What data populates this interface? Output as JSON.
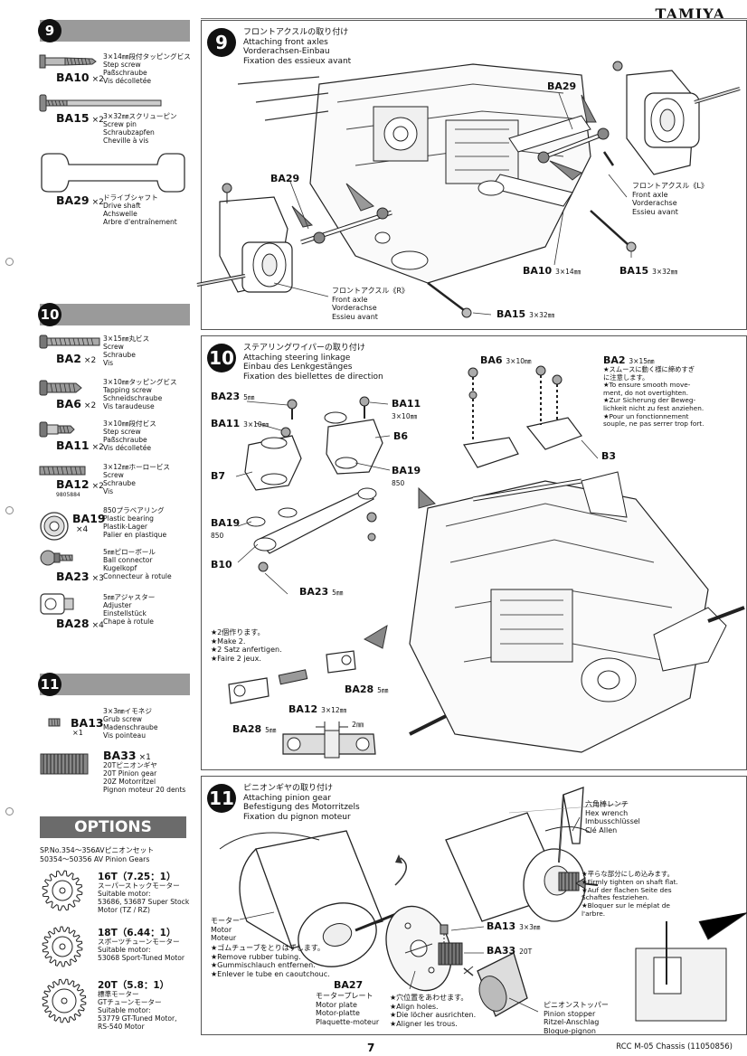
{
  "brand": "TAMIYA",
  "sidebar": {
    "step9": {
      "number": "9",
      "parts": [
        {
          "code": "BA10",
          "qty": "×2",
          "desc": "3×14㎜段付タッピングビス\nStep screw\nPaßschraube\nVis décolletée"
        },
        {
          "code": "BA15",
          "qty": "×2",
          "desc": "3×32㎜スクリューピン\nScrew pin\nSchraubzapfen\nCheville à vis"
        },
        {
          "code": "BA29",
          "qty": "×2",
          "desc": "ドライブシャフト\nDrive shaft\nAchswelle\nArbre d'entraînement"
        }
      ]
    },
    "step10": {
      "number": "10",
      "parts": [
        {
          "code": "BA2",
          "qty": "×2",
          "desc": "3×15㎜丸ビス\nScrew\nSchraube\nVis"
        },
        {
          "code": "BA6",
          "qty": "×2",
          "desc": "3×10㎜タッピングビス\nTapping screw\nSchneidschraube\nVis taraudeuse"
        },
        {
          "code": "BA11",
          "qty": "×2",
          "desc": "3×10㎜段付ビス\nStep screw\nPaßschraube\nVis décolletée"
        },
        {
          "code": "BA12",
          "qty": "×2",
          "subcode": "9805884",
          "desc": "3×12㎜ホーロービス\nScrew\nSchraube\nVis"
        },
        {
          "code": "BA19",
          "qty": "×4",
          "desc": "850プラベアリング\nPlastic bearing\nPlastik-Lager\nPalier en plastique"
        },
        {
          "code": "BA23",
          "qty": "×3",
          "desc": "5㎜ピローボール\nBall connector\nKugelkopf\nConnecteur à rotule"
        },
        {
          "code": "BA28",
          "qty": "×4",
          "desc": "5㎜アジャスター\nAdjuster\nEinstellstück\nChape à rotule"
        }
      ]
    },
    "step11": {
      "number": "11",
      "parts": [
        {
          "code": "BA13",
          "qty": "×1",
          "desc": "3×3㎜イモネジ\nGrub screw\nMadenschraube\nVis pointeau"
        },
        {
          "code": "BA33",
          "qty": "×1",
          "desc": "20Tピニオンギヤ\n20T Pinion gear\n20Z Motorritzel\nPignon moteur 20 dents"
        }
      ]
    },
    "options": {
      "title": "OPTIONS",
      "intro": "SP.No.354〜356AVピニオンセット\n50354〜50356 AV Pinion Gears",
      "gears": [
        {
          "title": "16T（7.25：1）",
          "text": "スーパーストックモーター\nSuitable motor:\n53686, 53687 Super Stock\nMotor (TZ / RZ)"
        },
        {
          "title": "18T（6.44：1）",
          "text": "スポーツチューンモーター\nSuitable motor:\n53068 Sport-Tuned Motor"
        },
        {
          "title": "20T（5.8：1）",
          "text": "標準モーター\nGTチューンモーター\nSuitable motor:\n53779 GT-Tuned Motor,\nRS-540 Motor"
        }
      ]
    }
  },
  "panels": {
    "p9": {
      "number": "9",
      "title": "フロントアクスルの取り付け\nAttaching front axles\nVorderachsen-Einbau\nFixation des essieux avant",
      "labels": {
        "ba29_top": "BA29",
        "ba29_left": "BA29",
        "ba10": "BA10",
        "ba10_size": "3×14㎜",
        "ba15_right": "BA15",
        "ba15_right_size": "3×32㎜",
        "ba15_bottom": "BA15",
        "ba15_bottom_size": "3×32㎜"
      },
      "axle_l": "フロントアクスル《L》\nFront axle\nVorderachse\nEssieu avant",
      "axle_r": "フロントアクスル《R》\nFront axle\nVorderachse\nEssieu avant"
    },
    "p10": {
      "number": "10",
      "title": "ステアリングワイパーの取り付け\nAttaching steering linkage\nEinbau des Lenkgestänges\nFixation des biellettes de direction",
      "labels": {
        "ba23_a": "BA23",
        "ba23_a_size": "5㎜",
        "ba11_a": "BA11",
        "ba11_a_size": "3×10㎜",
        "ba11_b": "BA11",
        "ba11_b_size": "3×10㎜",
        "b6": "B6",
        "b7": "B7",
        "ba19_a": "BA19",
        "ba19_a_sub": "850",
        "ba19_b": "BA19",
        "ba19_b_sub": "850",
        "b10": "B10",
        "ba23_b": "BA23",
        "ba23_b_size": "5㎜",
        "ba6": "BA6",
        "ba6_size": "3×10㎜",
        "ba2": "BA2",
        "ba2_size": "3×15㎜",
        "b3": "B3",
        "ba28_a": "BA28",
        "ba28_a_size": "5㎜",
        "ba12": "BA12",
        "ba12_size": "3×12㎜",
        "ba28_b": "BA28",
        "ba28_b_size": "5㎜",
        "gap": "2㎜"
      },
      "make2": "★2個作ります。\n★Make 2.\n★2 Satz anfertigen.\n★Faire 2 jeux.",
      "smooth": "★スムースに動く様に締めすぎ\nに注意します。\n★To ensure smooth move-\nment, do not overtighten.\n★Zur Sicherung der Beweg-\nlichkeit nicht zu fest anziehen.\n★Pour un fonctionnement\nsouple, ne pas serrer trop fort."
    },
    "p11": {
      "number": "11",
      "title": "ピニオンギヤの取り付け\nAttaching pinion gear\nBefestigung des Motorritzels\nFixation du pignon moteur",
      "labels": {
        "ba13": "BA13",
        "ba13_size": "3×3㎜",
        "ba33": "BA33",
        "ba33_size": "20T",
        "ba27": "BA27"
      },
      "motor": "モーター\nMotor\nMoteur",
      "rubber": "★ゴムチューブをとりはずします。\n★Remove rubber tubing.\n★Gummischlauch entfernen.\n★Enlever le tube en caoutchouc.",
      "hexwrench": "六角棒レンチ\nHex wrench\nImbusschlüssel\nClé Allen",
      "tighten": "★平らな部分にしめ込みます。\n★Firmly tighten on shaft flat.\n★Auf der flachen Seite des\nSchaftes festziehen.\n★Bloquer sur le méplat de\nl'arbre.",
      "plate": "モータープレート\nMotor plate\nMotor-platte\nPlaquette-moteur",
      "align": "★穴位置をあわせます。\n★Align holes.\n★Die löcher ausrichten.\n★Aligner les trous.",
      "stopper": "ピニオンストッパー\nPinion stopper\nRitzel-Anschlag\nBloque-pignon"
    }
  },
  "footer": {
    "page": "7",
    "right": "RCC M-05 Chassis (11050856)"
  }
}
